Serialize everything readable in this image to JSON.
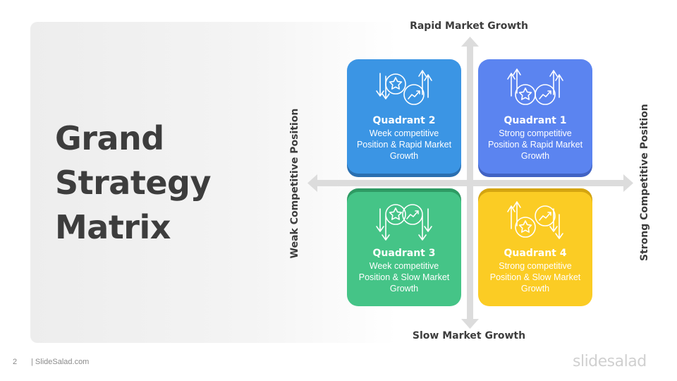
{
  "title_lines": [
    "Grand",
    "Strategy",
    "Matrix"
  ],
  "axes": {
    "top": "Rapid Market Growth",
    "bottom": "Slow Market Growth",
    "left": "Weak Competitive Position",
    "right": "Strong Competitive Position"
  },
  "quadrants": {
    "q1": {
      "title": "Quadrant 1",
      "desc": "Strong competitive Position & Rapid Market Growth",
      "color": "#5b84f0"
    },
    "q2": {
      "title": "Quadrant 2",
      "desc": "Week competitive Position & Rapid Market Growth",
      "color": "#3b95e4"
    },
    "q3": {
      "title": "Quadrant 3",
      "desc": "Week competitive Position & Slow Market Growth",
      "color": "#45c487"
    },
    "q4": {
      "title": "Quadrant 4",
      "desc": "Strong competitive Position & Slow Market Growth",
      "color": "#fbcc24"
    }
  },
  "icons": {
    "q1": "star-growth-arrows-up-icon",
    "q2": "star-growth-mixed-arrows-icon",
    "q3": "star-growth-arrows-down-icon",
    "q4": "star-growth-arrows-up-down-icon"
  },
  "footer": {
    "page_number": "2",
    "site": "| SlideSalad.com",
    "brand": "slidesalad"
  }
}
